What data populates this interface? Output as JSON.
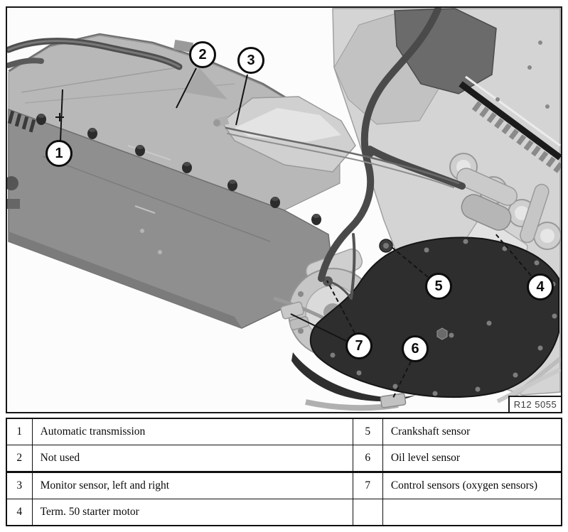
{
  "figure": {
    "reference_code": "R12 5055",
    "callouts": [
      {
        "number": "1"
      },
      {
        "number": "2"
      },
      {
        "number": "3"
      },
      {
        "number": "4"
      },
      {
        "number": "5"
      },
      {
        "number": "6"
      },
      {
        "number": "7"
      }
    ],
    "colors": {
      "background": "#fcfcfc",
      "frame_border": "#161616",
      "dark_underbody_part": "#2e2e2e",
      "mid_gray_transmission_pan": "#8f8f8f",
      "light_gray_engine": "#d4d4d4"
    }
  },
  "legend": {
    "rows": [
      {
        "left_num": "1",
        "left_label": "Automatic transmission",
        "right_num": "5",
        "right_label": "Crankshaft sensor"
      },
      {
        "left_num": "2",
        "left_label": "Not used",
        "right_num": "6",
        "right_label": "Oil level sensor"
      },
      {
        "left_num": "3",
        "left_label": "Monitor sensor, left and right",
        "right_num": "7",
        "right_label": "Control sensors (oxygen sensors)"
      },
      {
        "left_num": "4",
        "left_label": "Term. 50 starter motor",
        "right_num": "",
        "right_label": ""
      }
    ]
  }
}
